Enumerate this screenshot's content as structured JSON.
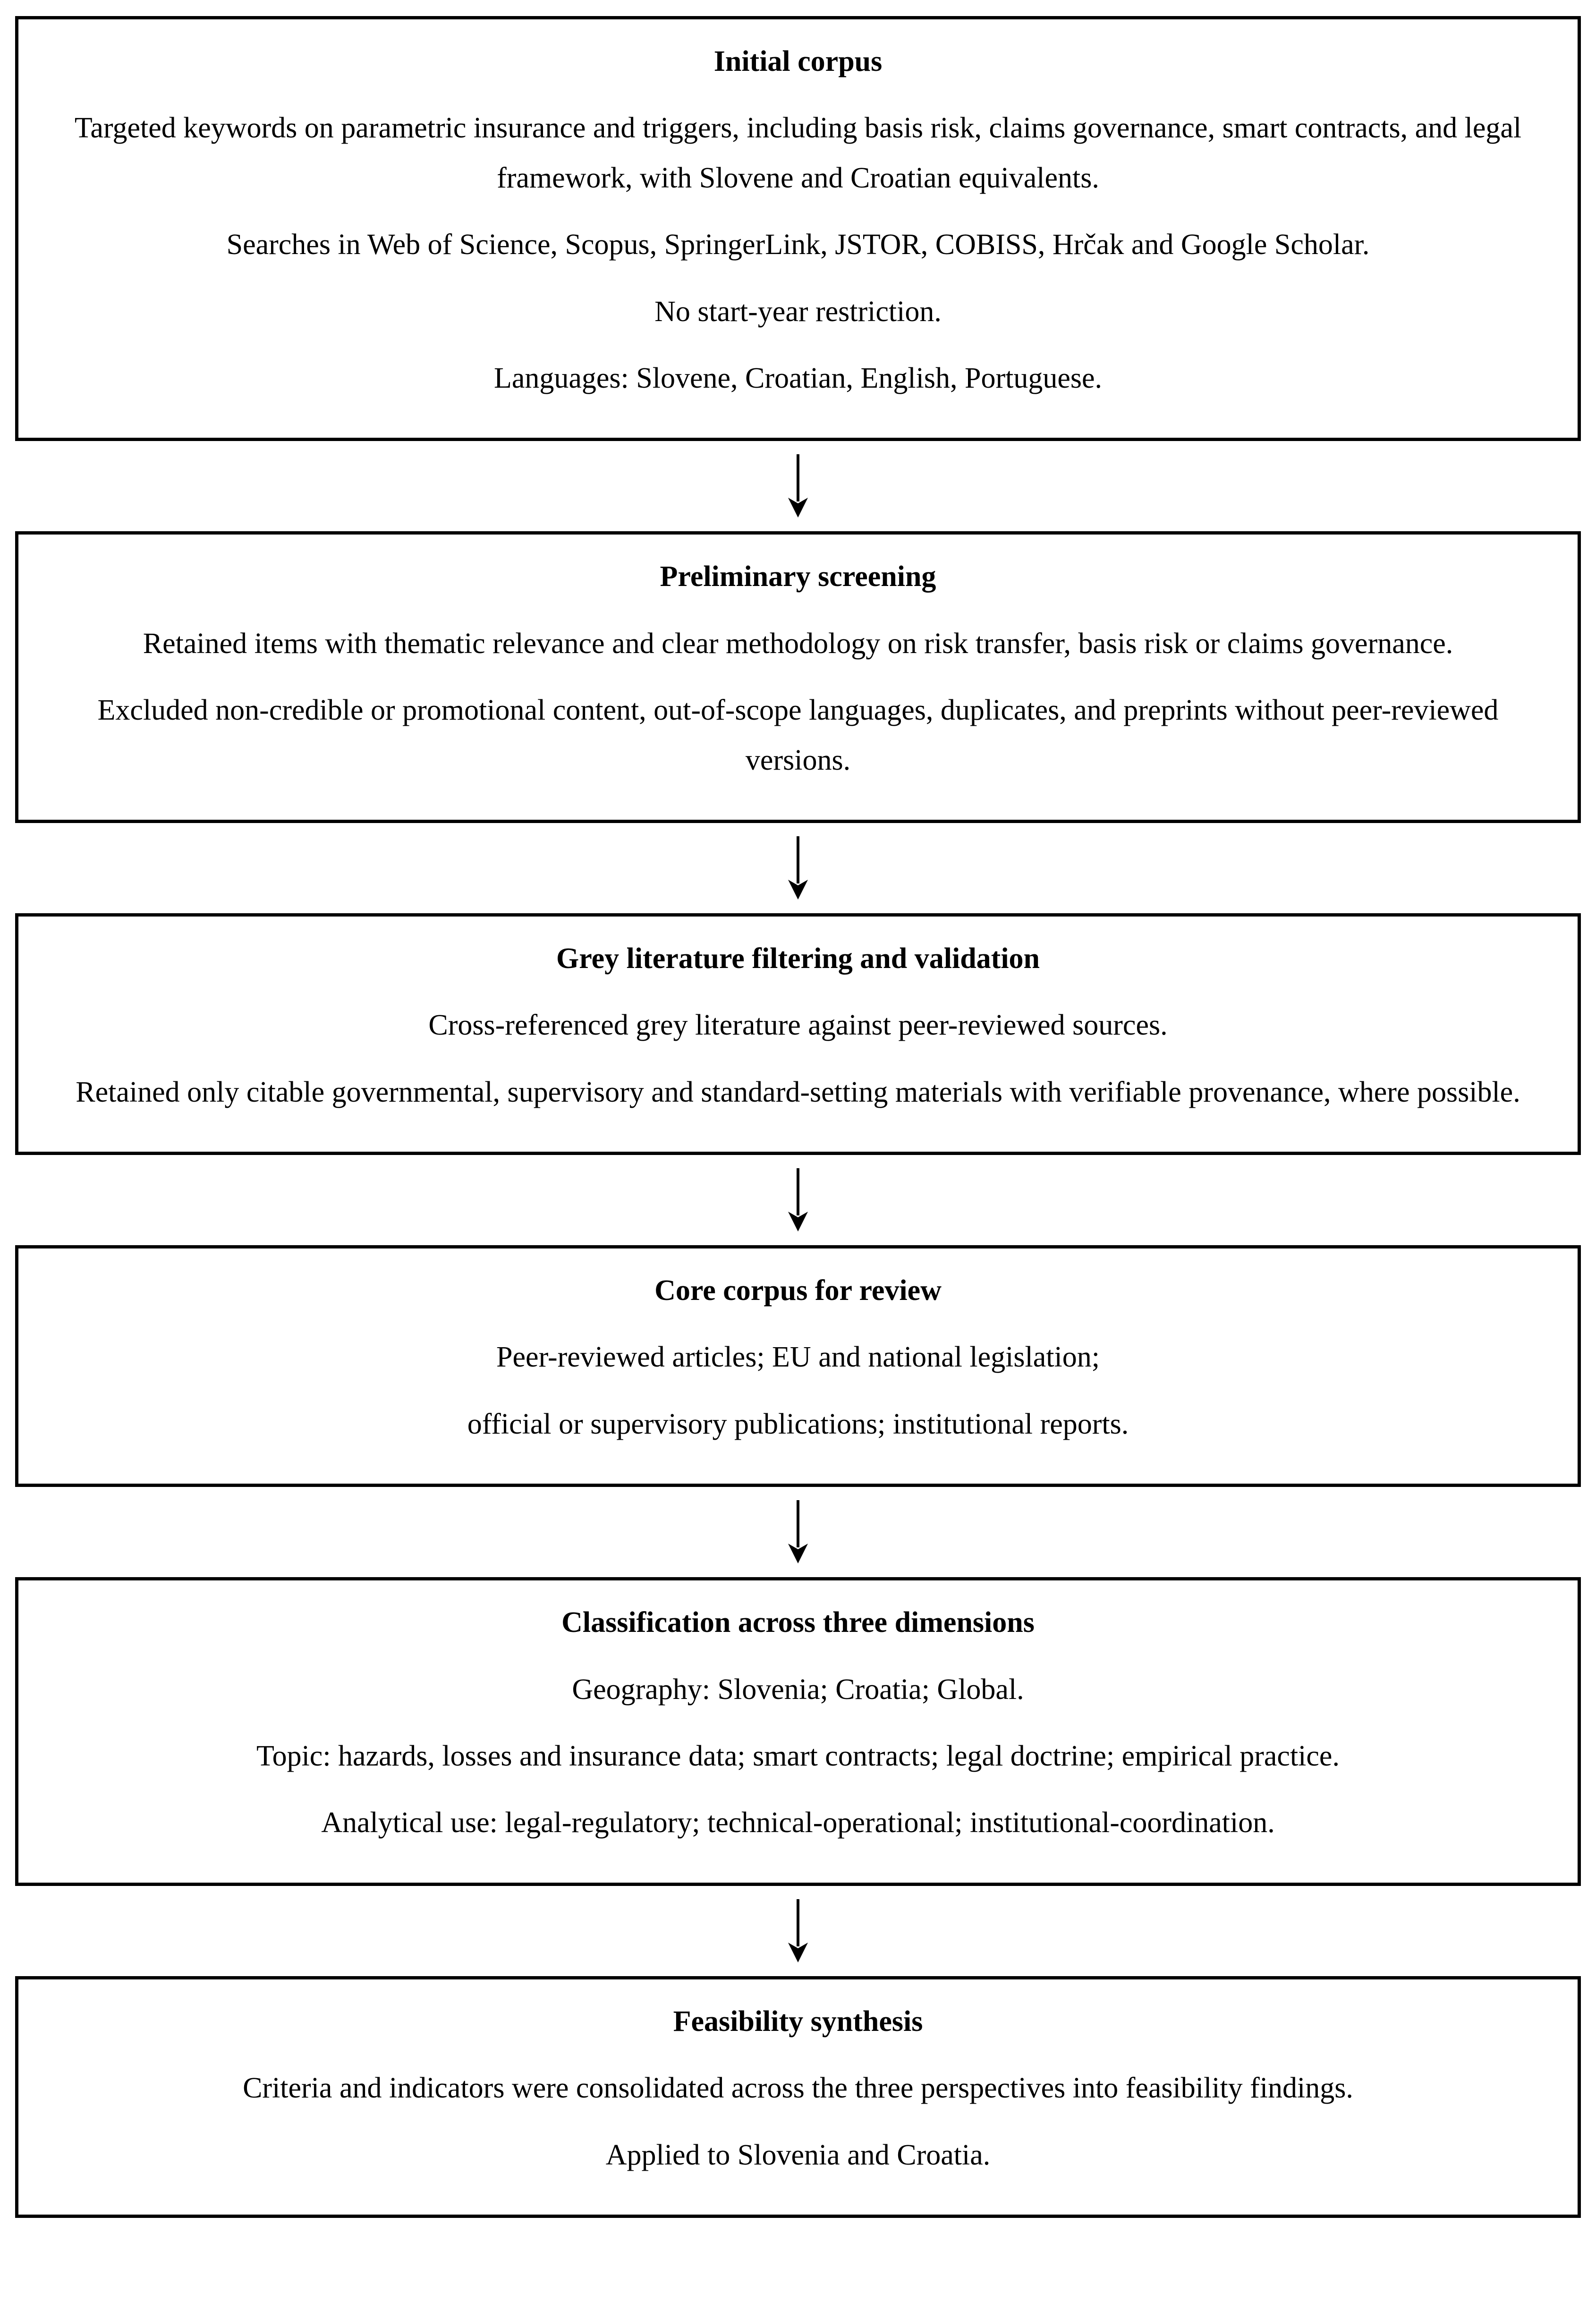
{
  "figure": {
    "background_color": "#ffffff",
    "border_color": "#000000",
    "text_color": "#000000",
    "connector": "down-arrow"
  },
  "boxes": [
    {
      "title": "Initial corpus",
      "paragraphs": [
        "Targeted keywords on parametric insurance and triggers, including basis risk, claims governance, smart contracts, and legal framework, with Slovene and Croatian equivalents.",
        "Searches in Web of Science, Scopus, SpringerLink, JSTOR, COBISS, Hrčak and Google Scholar.",
        "No start-year restriction.",
        "Languages: Slovene, Croatian, English, Portuguese."
      ]
    },
    {
      "title": "Preliminary screening",
      "paragraphs": [
        "Retained items with thematic relevance and clear methodology on risk transfer, basis risk or claims governance.",
        "Excluded non-credible or promotional content, out-of-scope languages, duplicates, and preprints without peer-reviewed versions."
      ]
    },
    {
      "title": "Grey literature filtering and validation",
      "paragraphs": [
        "Cross-referenced grey literature against peer-reviewed sources.",
        "Retained only citable governmental, supervisory and standard-setting materials with verifiable provenance, where possible."
      ]
    },
    {
      "title": "Core corpus for review",
      "paragraphs": [
        "Peer-reviewed articles; EU and national legislation;",
        "official or supervisory publications; institutional reports."
      ]
    },
    {
      "title": "Classification across three dimensions",
      "paragraphs": [
        "Geography: Slovenia; Croatia; Global.",
        "Topic: hazards, losses and insurance data; smart contracts; legal doctrine; empirical practice.",
        "Analytical use: legal-regulatory; technical-operational; institutional-coordination."
      ]
    },
    {
      "title": "Feasibility synthesis",
      "paragraphs": [
        "Criteria and indicators were consolidated across the three perspectives into feasibility findings.",
        "Applied to Slovenia and Croatia."
      ]
    }
  ]
}
